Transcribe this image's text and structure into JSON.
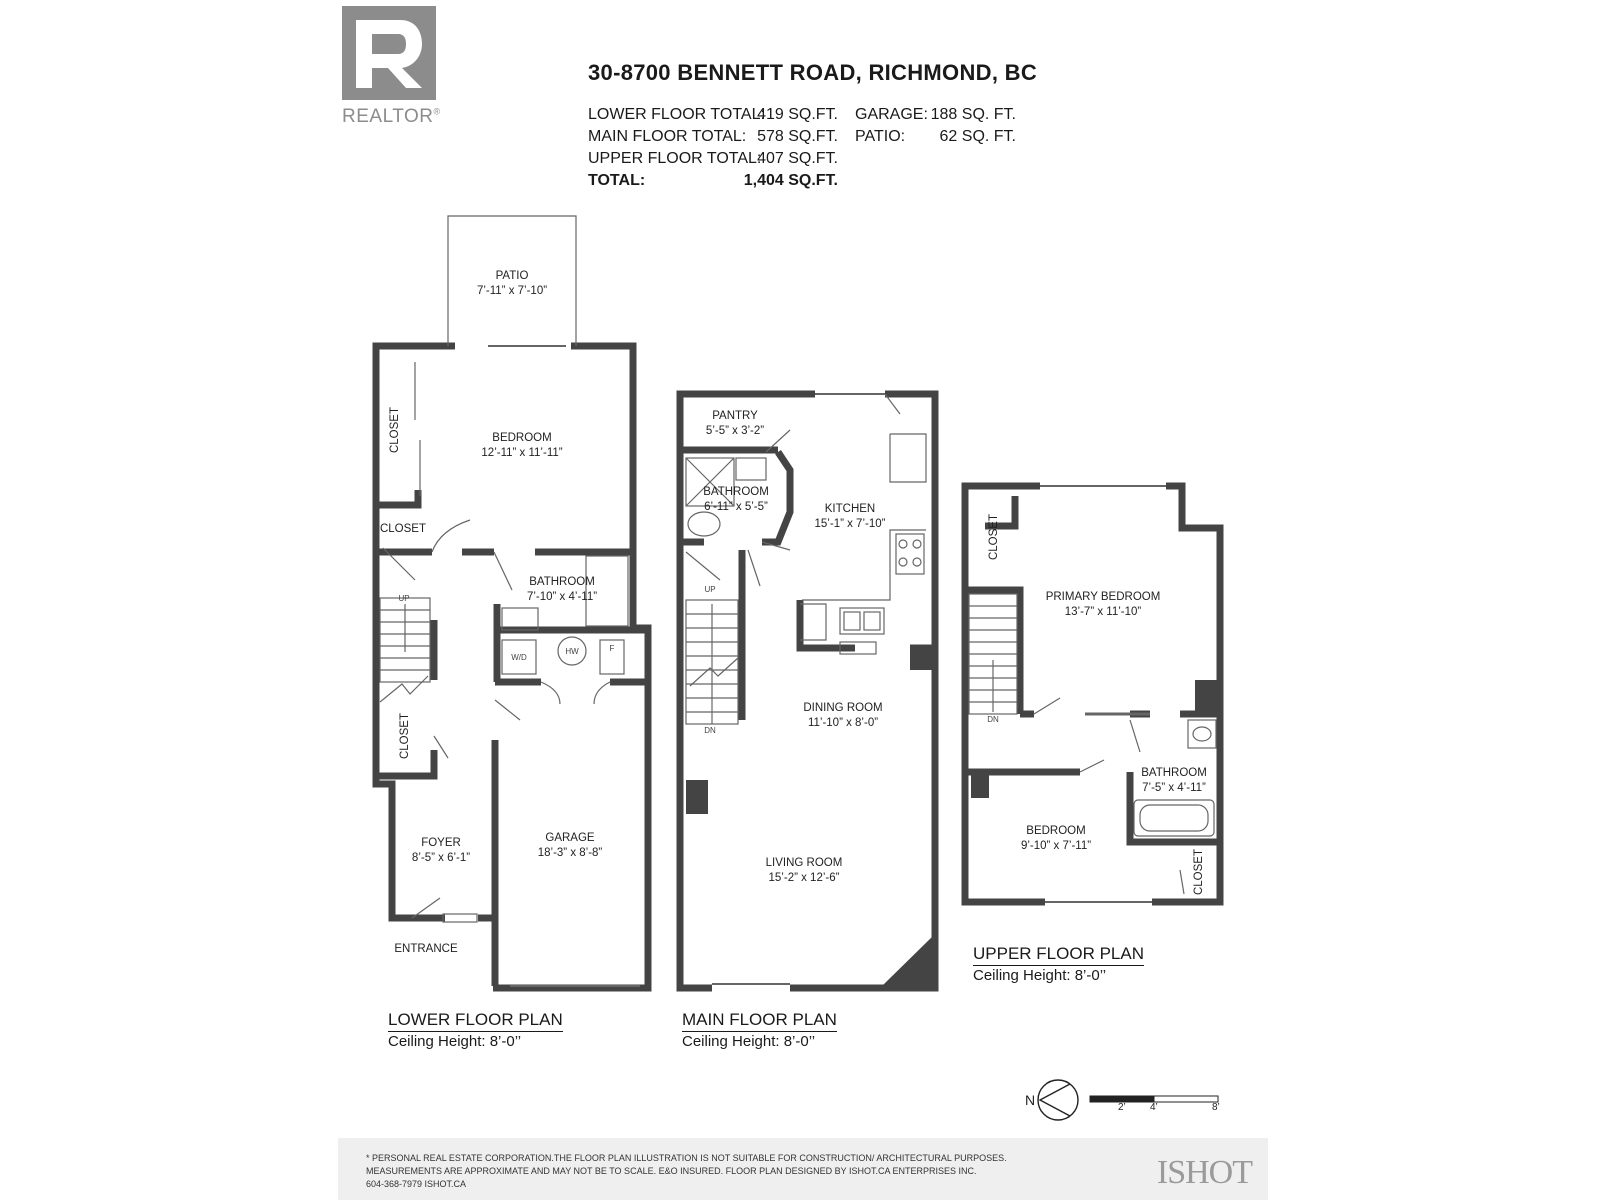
{
  "logo": {
    "wordmark": "REALTOR",
    "registered": "®"
  },
  "header": {
    "address": "30-8700 BENNETT ROAD, RICHMOND, BC",
    "totals": [
      {
        "label": "LOWER FLOOR TOTAL:",
        "value": "419 SQ.FT."
      },
      {
        "label": "MAIN FLOOR TOTAL:",
        "value": "578 SQ.FT."
      },
      {
        "label": "UPPER FLOOR TOTAL:",
        "value": "407 SQ.FT."
      },
      {
        "label": "TOTAL:",
        "value": "1,404 SQ.FT."
      }
    ],
    "extras": [
      {
        "label": "GARAGE:",
        "value": "188 SQ. FT."
      },
      {
        "label": "PATIO:",
        "value": "62 SQ. FT."
      }
    ]
  },
  "lower_floor": {
    "title": "LOWER FLOOR PLAN",
    "ceiling": "Ceiling Height: 8’-0’’",
    "rooms": {
      "patio": {
        "name": "PATIO",
        "dims": "7’-11” x 7’-10”"
      },
      "bedroom": {
        "name": "BEDROOM",
        "dims": "12’-11” x 11’-11”"
      },
      "closet_a": "CLOSET",
      "closet_b": "CLOSET",
      "closet_c": "CLOSET",
      "bathroom": {
        "name": "BATHROOM",
        "dims": "7’-10” x 4’-11”"
      },
      "foyer": {
        "name": "FOYER",
        "dims": "8’-5” x 6’-1”"
      },
      "garage": {
        "name": "GARAGE",
        "dims": "18’-3” x 8’-8”"
      },
      "entrance": "ENTRANCE",
      "wd": "W/D",
      "hw": "HW",
      "f": "F",
      "up": "UP"
    }
  },
  "main_floor": {
    "title": "MAIN FLOOR PLAN",
    "ceiling": "Ceiling Height: 8’-0’’",
    "rooms": {
      "pantry": {
        "name": "PANTRY",
        "dims": "5’-5” x 3’-2”"
      },
      "bathroom": {
        "name": "BATHROOM",
        "dims": "6’-11” x 5’-5”"
      },
      "kitchen": {
        "name": "KITCHEN",
        "dims": "15’-1” x 7’-10”"
      },
      "dining": {
        "name": "DINING ROOM",
        "dims": "11’-10” x 8’-0”"
      },
      "living": {
        "name": "LIVING ROOM",
        "dims": "15’-2” x 12’-6”"
      },
      "up": "UP",
      "dn": "DN"
    }
  },
  "upper_floor": {
    "title": "UPPER FLOOR PLAN",
    "ceiling": "Ceiling Height: 8’-0’’",
    "rooms": {
      "primary": {
        "name": "PRIMARY BEDROOM",
        "dims": "13’-7” x 11’-10”"
      },
      "bathroom": {
        "name": "BATHROOM",
        "dims": "7’-5” x 4’-11”"
      },
      "bedroom": {
        "name": "BEDROOM",
        "dims": "9’-10” x 7’-11”"
      },
      "closet_a": "CLOSET",
      "closet_b": "CLOSET",
      "dn": "DN"
    }
  },
  "compass": {
    "north": "N"
  },
  "scale": {
    "ticks": [
      "2’",
      "4’",
      "8’"
    ]
  },
  "footer": {
    "line1": "* PERSONAL REAL ESTATE CORPORATION.THE FLOOR PLAN ILLUSTRATION IS NOT SUITABLE FOR CONSTRUCTION/ ARCHITECTURAL PURPOSES.",
    "line2": "MEASUREMENTS ARE APPROXIMATE AND MAY NOT BE TO SCALE. E&O INSURED. FLOOR PLAN DESIGNED BY ISHOT.CA ENTERPRISES INC.",
    "line3": "604-368-7979  ISHOT.CA",
    "brand": "ISHOT"
  }
}
